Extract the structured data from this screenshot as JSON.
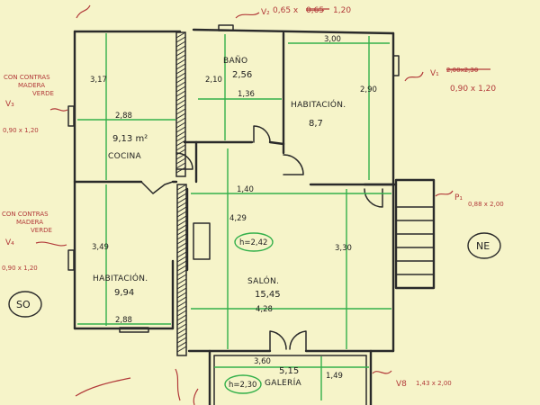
{
  "rooms": {
    "bano": {
      "name": "BAÑO",
      "area": "2,56"
    },
    "hab1": {
      "name": "HABITACIÓN.",
      "area": "8,7"
    },
    "cocina": {
      "name": "COCINA",
      "area": "9,13 m²"
    },
    "hab2": {
      "name": "HABITACIÓN.",
      "area": "9,94"
    },
    "salon": {
      "name": "SALÓN.",
      "area": "15,45"
    },
    "galeria": {
      "name": "GALERÍA",
      "area": "5,15"
    }
  },
  "dimensions": {
    "cocina_h": "3,17",
    "cocina_w": "2,88",
    "bano_h": "2,10",
    "bano_w": "1,36",
    "hab1_w": "3,00",
    "hab1_h": "2,90",
    "pasillo_w": "1,40",
    "pasillo_h": "4,29",
    "hab2_h": "3,49",
    "hab2_w": "2,88",
    "salon_h": "3,30",
    "salon_w": "4,28",
    "galeria_w": "3,60",
    "galeria_h": "1,49"
  },
  "heights": {
    "salon": "h=2,42",
    "galeria": "h=2,30"
  },
  "openings": {
    "v1": {
      "label": "V₁",
      "crossed": "2,00x2,30",
      "size": "0,90 x 1,20"
    },
    "v2": {
      "label": "V₂",
      "size_a": "0,65 x",
      "crossed": "0,65",
      "size_b": "1,20"
    },
    "v3": {
      "label": "V₃",
      "note1": "CON CONTRAS",
      "note2": "MADERA",
      "note3": "VERDE",
      "size": "0,90 x 1,20"
    },
    "v4": {
      "label": "V₄",
      "note1": "CON CONTRAS",
      "note2": "MADERA",
      "note3": "VERDE",
      "size": "0,90 x 1,20"
    },
    "v8": {
      "label": "V8",
      "size": "1,43 x 2,00"
    },
    "p1": {
      "label": "P₁",
      "size": "0,88 x 2,00"
    }
  },
  "orientation": {
    "ne": "NE",
    "so": "SO"
  }
}
